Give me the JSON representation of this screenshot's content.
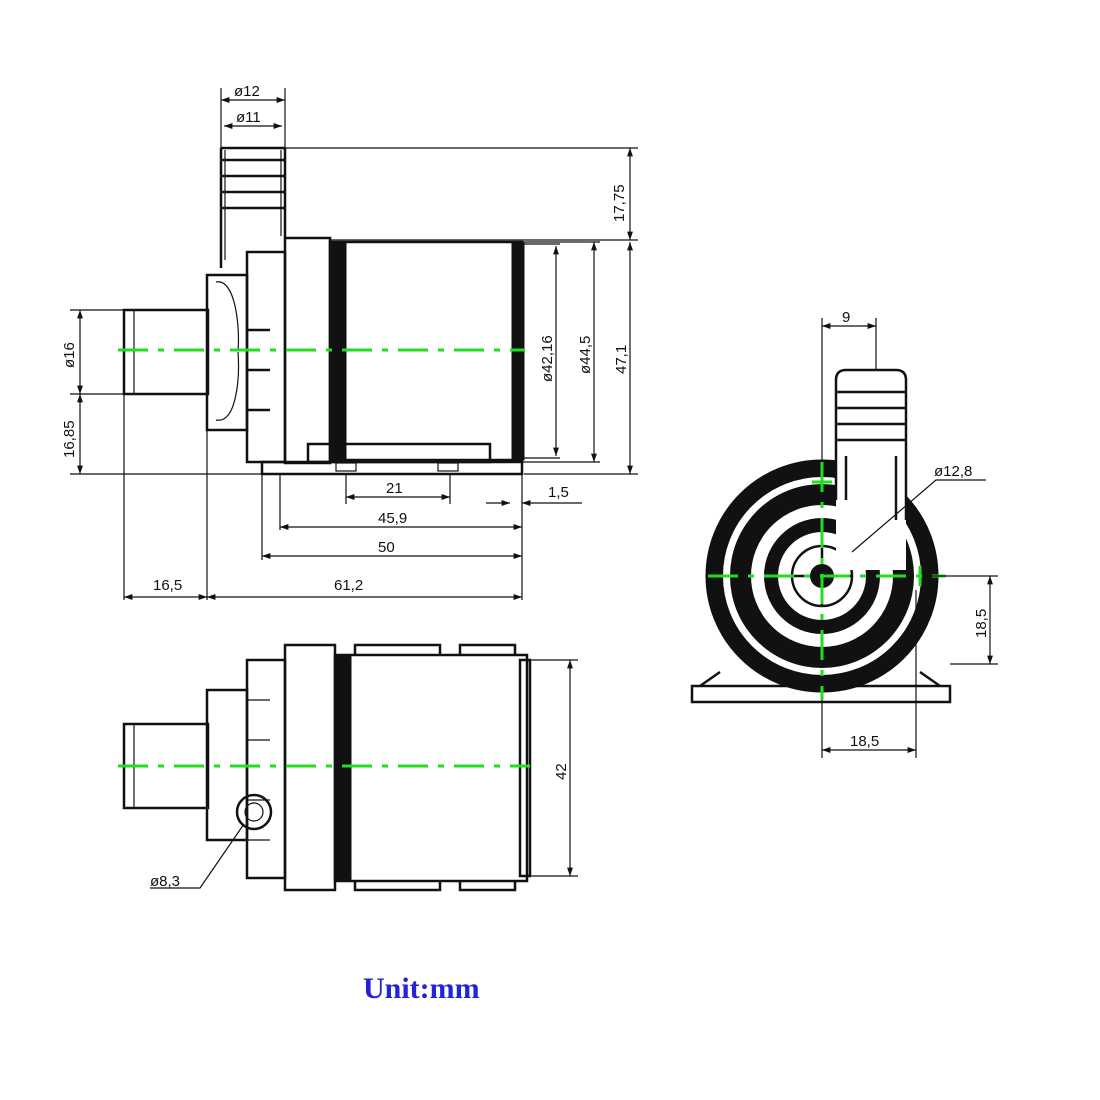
{
  "colors": {
    "line": "#111111",
    "centerline": "#22dd22",
    "unit_text": "#2323d8",
    "background": "#ffffff"
  },
  "dimensions": {
    "outlet_outer_dia": "ø12",
    "outlet_inner_dia": "ø11",
    "outlet_height": "17,75",
    "inlet_dia": "ø16",
    "inlet_height": "16,85",
    "body_dia_inner": "ø42,16",
    "body_dia_outer": "ø44,5",
    "total_height": "47,1",
    "mount_spacing": "21",
    "edge_offset": "1,5",
    "base_length": "45,9",
    "body_length": "50",
    "inlet_length": "16,5",
    "total_length": "61,2",
    "width": "42",
    "cable_dia": "ø8,3",
    "outlet_offset": "9",
    "impeller_dia": "ø12,8",
    "outlet_center_height": "18,5",
    "outlet_center_offset": "18,5"
  },
  "unit_label": "Unit:mm"
}
